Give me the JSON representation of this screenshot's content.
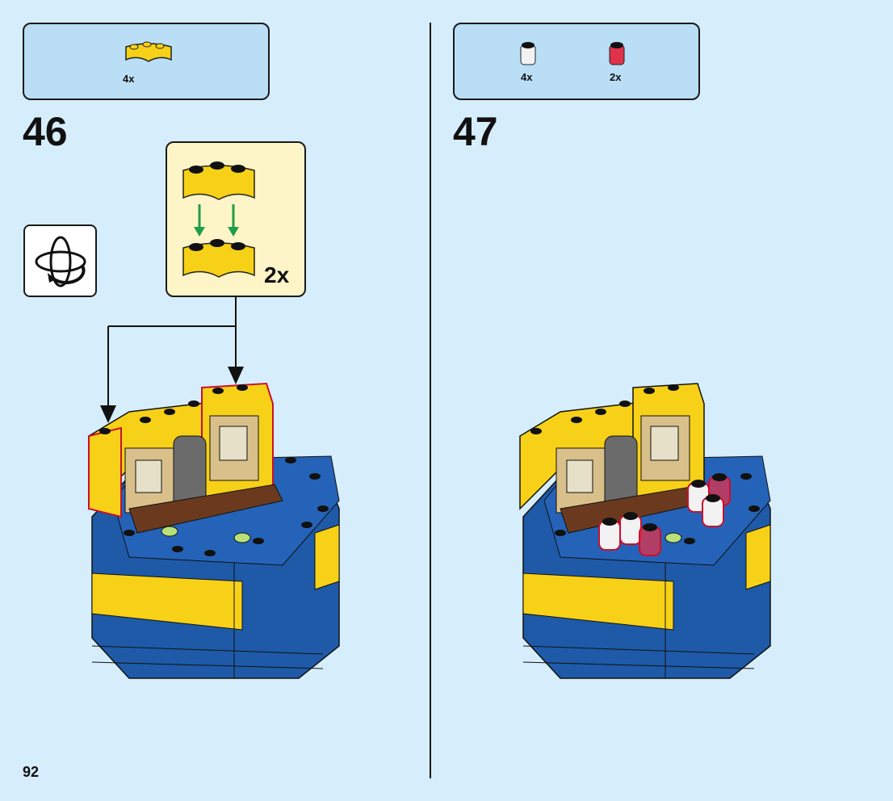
{
  "page_number": "92",
  "steps": [
    {
      "number": "46",
      "parts": [
        {
          "icon": "yellow-curved-brick-icon",
          "qty": "4x"
        }
      ],
      "subassembly": {
        "qty": "2x"
      },
      "rotate_icon": "rotate-model-icon"
    },
    {
      "number": "47",
      "parts": [
        {
          "icon": "clear-round-brick-icon",
          "qty": "4x"
        },
        {
          "icon": "trans-red-round-brick-icon",
          "qty": "2x"
        }
      ]
    }
  ],
  "colors": {
    "background": "#d6edfb",
    "parts_box": "#b9def6",
    "subassembly_box": "#fdf4c7",
    "yellow": "#f7d117",
    "blue": "#1e5aa8",
    "highlight": "#c8102e"
  }
}
